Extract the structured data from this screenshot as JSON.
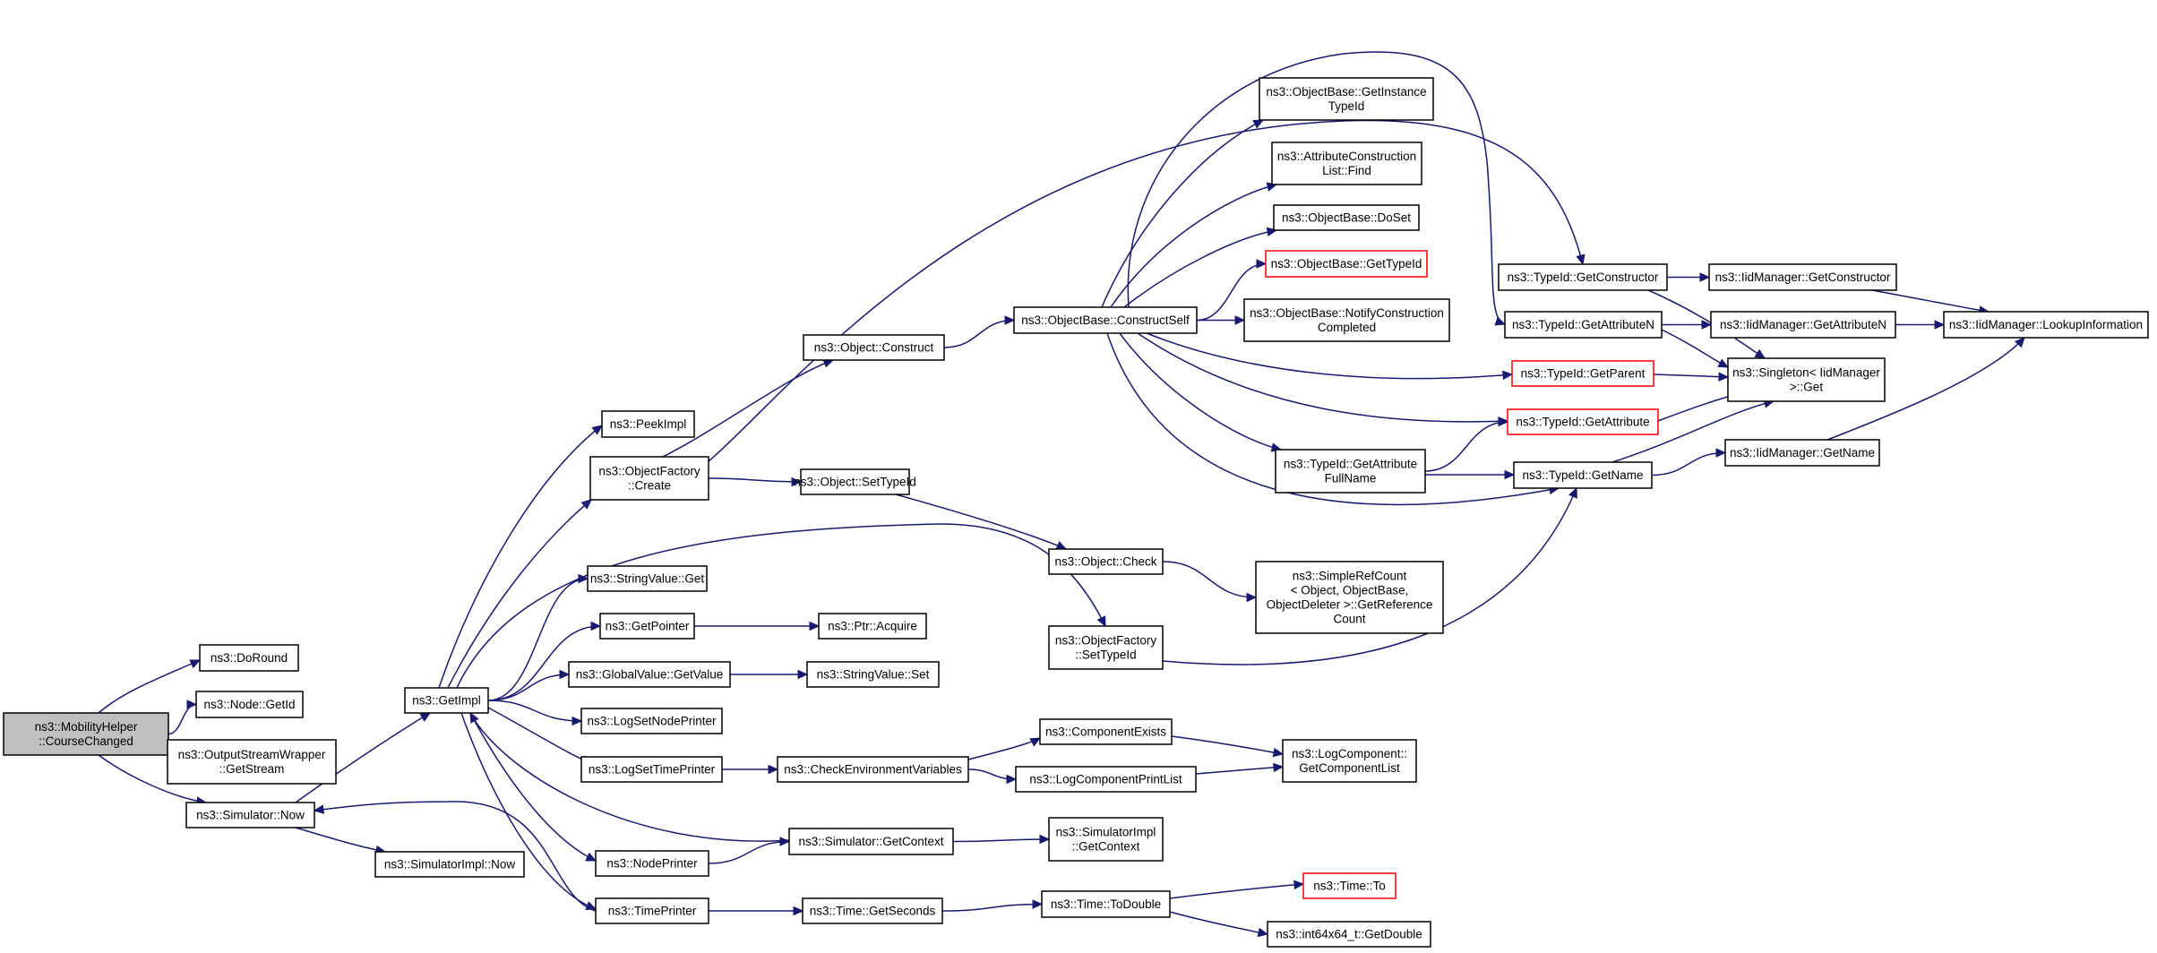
{
  "diagram": {
    "colors": {
      "edge": "#191970",
      "node_border": "#000000",
      "highlight_border": "#ff0000",
      "root_fill": "#bfbfbf",
      "node_fill": "#ffffff"
    },
    "nodes": {
      "mobilityhelper": {
        "lines": [
          "ns3::MobilityHelper",
          "::CourseChanged"
        ],
        "root": true
      },
      "doround": {
        "lines": [
          "ns3::DoRound"
        ]
      },
      "nodegetid": {
        "lines": [
          "ns3::Node::GetId"
        ]
      },
      "oswgetstream": {
        "lines": [
          "ns3::OutputStreamWrapper",
          "::GetStream"
        ]
      },
      "simnow": {
        "lines": [
          "ns3::Simulator::Now"
        ]
      },
      "simimplnow": {
        "lines": [
          "ns3::SimulatorImpl::Now"
        ]
      },
      "getimpl": {
        "lines": [
          "ns3::GetImpl"
        ]
      },
      "peekimpl": {
        "lines": [
          "ns3::PeekImpl"
        ]
      },
      "ofcreate": {
        "lines": [
          "ns3::ObjectFactory",
          "::Create"
        ]
      },
      "stringvalueget": {
        "lines": [
          "ns3::StringValue::Get"
        ]
      },
      "getpointer": {
        "lines": [
          "ns3::GetPointer"
        ]
      },
      "gvgetvalue": {
        "lines": [
          "ns3::GlobalValue::GetValue"
        ]
      },
      "logsetnodeprinter": {
        "lines": [
          "ns3::LogSetNodePrinter"
        ]
      },
      "logsettimeprinter": {
        "lines": [
          "ns3::LogSetTimePrinter"
        ]
      },
      "nodeprinter": {
        "lines": [
          "ns3::NodePrinter"
        ]
      },
      "timeprinter": {
        "lines": [
          "ns3::TimePrinter"
        ]
      },
      "objconstruct": {
        "lines": [
          "ns3::Object::Construct"
        ]
      },
      "objsettypeid": {
        "lines": [
          "ns3::Object::SetTypeId"
        ]
      },
      "ptracquire": {
        "lines": [
          "ns3::Ptr::Acquire"
        ]
      },
      "stringvalueset": {
        "lines": [
          "ns3::StringValue::Set"
        ]
      },
      "checkenv": {
        "lines": [
          "ns3::CheckEnvironmentVariables"
        ]
      },
      "simgetcontext": {
        "lines": [
          "ns3::Simulator::GetContext"
        ]
      },
      "timegetseconds": {
        "lines": [
          "ns3::Time::GetSeconds"
        ]
      },
      "obconstructself": {
        "lines": [
          "ns3::ObjectBase::ConstructSelf"
        ]
      },
      "objcheck": {
        "lines": [
          "ns3::Object::Check"
        ]
      },
      "ofsettypeid": {
        "lines": [
          "ns3::ObjectFactory",
          "::SetTypeId"
        ]
      },
      "componentexists": {
        "lines": [
          "ns3::ComponentExists"
        ]
      },
      "logcomponentprintlist": {
        "lines": [
          "ns3::LogComponentPrintList"
        ]
      },
      "simimplgetcontext": {
        "lines": [
          "ns3::SimulatorImpl",
          "::GetContext"
        ]
      },
      "timetodouble": {
        "lines": [
          "ns3::Time::ToDouble"
        ]
      },
      "obgetinstancetypeid": {
        "lines": [
          "ns3::ObjectBase::GetInstance",
          "TypeId"
        ]
      },
      "acfind": {
        "lines": [
          "ns3::AttributeConstruction",
          "List::Find"
        ]
      },
      "obdoset": {
        "lines": [
          "ns3::ObjectBase::DoSet"
        ]
      },
      "obgettypeid": {
        "lines": [
          "ns3::ObjectBase::GetTypeId"
        ],
        "highlight": true
      },
      "obnotify": {
        "lines": [
          "ns3::ObjectBase::NotifyConstruction",
          "Completed"
        ]
      },
      "tidgetattrfullname": {
        "lines": [
          "ns3::TypeId::GetAttribute",
          "FullName"
        ]
      },
      "simplerefcount": {
        "lines": [
          "ns3::SimpleRefCount",
          "< Object, ObjectBase,",
          "ObjectDeleter >::GetReference",
          "Count"
        ]
      },
      "getcomponentlist": {
        "lines": [
          "ns3::LogComponent::",
          "GetComponentList"
        ]
      },
      "timeto": {
        "lines": [
          "ns3::Time::To"
        ],
        "highlight": true
      },
      "int64getdouble": {
        "lines": [
          "ns3::int64x64_t::GetDouble"
        ]
      },
      "tidgetconstructor": {
        "lines": [
          "ns3::TypeId::GetConstructor"
        ]
      },
      "tidgetattributen": {
        "lines": [
          "ns3::TypeId::GetAttributeN"
        ]
      },
      "tidgetparent": {
        "lines": [
          "ns3::TypeId::GetParent"
        ],
        "highlight": true
      },
      "tidgetattribute": {
        "lines": [
          "ns3::TypeId::GetAttribute"
        ],
        "highlight": true
      },
      "tidgetname": {
        "lines": [
          "ns3::TypeId::GetName"
        ]
      },
      "iidgetconstructor": {
        "lines": [
          "ns3::IidManager::GetConstructor"
        ]
      },
      "iidgetattributen": {
        "lines": [
          "ns3::IidManager::GetAttributeN"
        ]
      },
      "singletonget": {
        "lines": [
          "ns3::Singleton< IidManager",
          ">::Get"
        ]
      },
      "iidgetname": {
        "lines": [
          "ns3::IidManager::GetName"
        ]
      },
      "iidlookup": {
        "lines": [
          "ns3::IidManager::LookupInformation"
        ]
      }
    },
    "edges": [
      [
        "mobilityhelper",
        "doround"
      ],
      [
        "mobilityhelper",
        "nodegetid"
      ],
      [
        "mobilityhelper",
        "oswgetstream"
      ],
      [
        "mobilityhelper",
        "simnow"
      ],
      [
        "simnow",
        "getimpl"
      ],
      [
        "simnow",
        "simimplnow"
      ],
      [
        "getimpl",
        "peekimpl"
      ],
      [
        "getimpl",
        "ofcreate"
      ],
      [
        "getimpl",
        "stringvalueget"
      ],
      [
        "getimpl",
        "getpointer"
      ],
      [
        "getimpl",
        "gvgetvalue"
      ],
      [
        "getimpl",
        "logsetnodeprinter"
      ],
      [
        "getimpl",
        "logsettimeprinter"
      ],
      [
        "getimpl",
        "nodeprinter"
      ],
      [
        "getimpl",
        "timeprinter"
      ],
      [
        "getimpl",
        "ofsettypeid"
      ],
      [
        "ofcreate",
        "objconstruct"
      ],
      [
        "ofcreate",
        "objsettypeid"
      ],
      [
        "ofcreate",
        "tidgetconstructor"
      ],
      [
        "getpointer",
        "ptracquire"
      ],
      [
        "gvgetvalue",
        "stringvalueset"
      ],
      [
        "logsettimeprinter",
        "checkenv"
      ],
      [
        "nodeprinter",
        "simgetcontext"
      ],
      [
        "simgetcontext",
        "getimpl"
      ],
      [
        "simgetcontext",
        "simimplgetcontext"
      ],
      [
        "timeprinter",
        "simnow"
      ],
      [
        "timeprinter",
        "timegetseconds"
      ],
      [
        "timegetseconds",
        "timetodouble"
      ],
      [
        "objconstruct",
        "obconstructself"
      ],
      [
        "objsettypeid",
        "objcheck"
      ],
      [
        "objcheck",
        "simplerefcount"
      ],
      [
        "ofsettypeid",
        "tidgetname"
      ],
      [
        "checkenv",
        "componentexists"
      ],
      [
        "checkenv",
        "logcomponentprintlist"
      ],
      [
        "componentexists",
        "getcomponentlist"
      ],
      [
        "logcomponentprintlist",
        "getcomponentlist"
      ],
      [
        "timetodouble",
        "timeto"
      ],
      [
        "timetodouble",
        "int64getdouble"
      ],
      [
        "obconstructself",
        "obgetinstancetypeid"
      ],
      [
        "obconstructself",
        "acfind"
      ],
      [
        "obconstructself",
        "obdoset"
      ],
      [
        "obconstructself",
        "obgettypeid"
      ],
      [
        "obconstructself",
        "obnotify"
      ],
      [
        "obconstructself",
        "tidgetattrfullname"
      ],
      [
        "obconstructself",
        "tidgetparent"
      ],
      [
        "obconstructself",
        "tidgetattribute"
      ],
      [
        "obconstructself",
        "tidgetattributen"
      ],
      [
        "obconstructself",
        "tidgetname"
      ],
      [
        "tidgetattrfullname",
        "tidgetattribute"
      ],
      [
        "tidgetattrfullname",
        "tidgetname"
      ],
      [
        "tidgetconstructor",
        "iidgetconstructor"
      ],
      [
        "tidgetconstructor",
        "singletonget"
      ],
      [
        "tidgetattributen",
        "iidgetattributen"
      ],
      [
        "tidgetattributen",
        "singletonget"
      ],
      [
        "tidgetparent",
        "singletonget"
      ],
      [
        "tidgetattribute",
        "singletonget"
      ],
      [
        "tidgetname",
        "singletonget"
      ],
      [
        "tidgetname",
        "iidgetname"
      ],
      [
        "iidgetconstructor",
        "iidlookup"
      ],
      [
        "iidgetattributen",
        "iidlookup"
      ],
      [
        "iidgetname",
        "iidlookup"
      ]
    ]
  }
}
